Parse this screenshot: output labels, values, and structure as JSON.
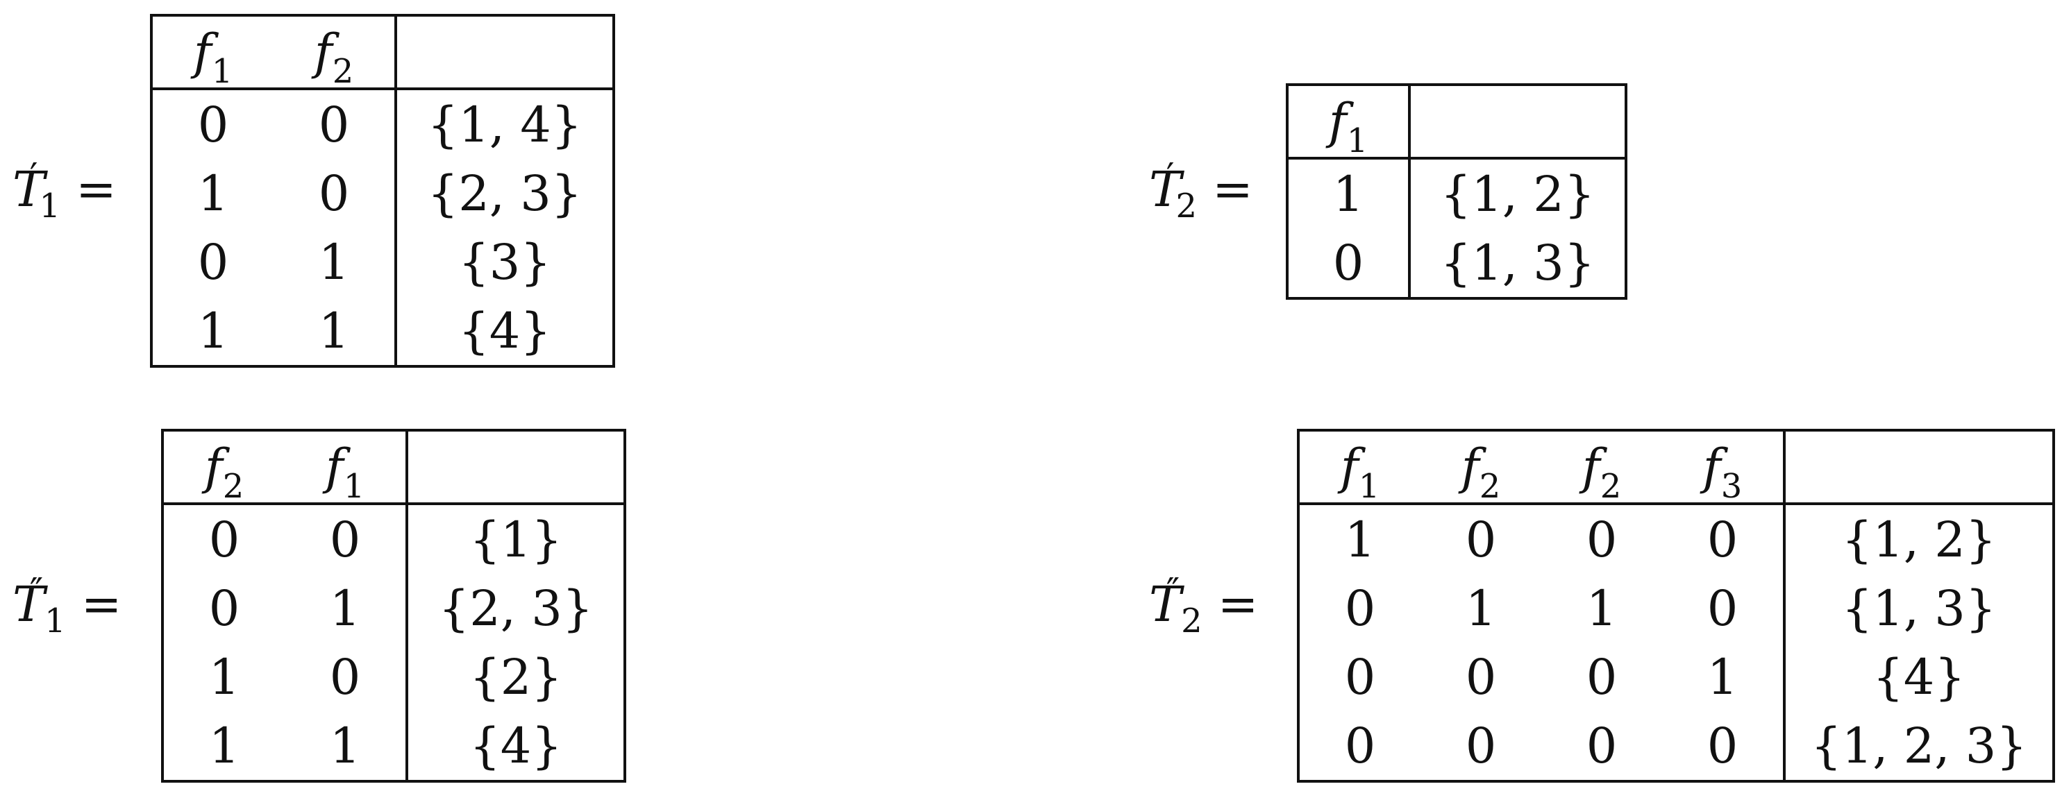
{
  "tables": [
    {
      "name": "T1-prime",
      "lhs": {
        "base": "T",
        "sub": "1",
        "prime": "′",
        "eq": "="
      },
      "headers": [
        {
          "var": "f",
          "sub": "1"
        },
        {
          "var": "f",
          "sub": "2"
        }
      ],
      "set_header": "",
      "rows": [
        {
          "vals": [
            "0",
            "0"
          ],
          "set": "{1, 4}"
        },
        {
          "vals": [
            "1",
            "0"
          ],
          "set": "{2, 3}"
        },
        {
          "vals": [
            "0",
            "1"
          ],
          "set": "{3}"
        },
        {
          "vals": [
            "1",
            "1"
          ],
          "set": "{4}"
        }
      ]
    },
    {
      "name": "T2-prime",
      "lhs": {
        "base": "T",
        "sub": "2",
        "prime": "′",
        "eq": "="
      },
      "headers": [
        {
          "var": "f",
          "sub": "1"
        }
      ],
      "set_header": "",
      "rows": [
        {
          "vals": [
            "1"
          ],
          "set": "{1, 2}"
        },
        {
          "vals": [
            "0"
          ],
          "set": "{1, 3}"
        }
      ]
    },
    {
      "name": "T1-double-prime",
      "lhs": {
        "base": "T",
        "sub": "1",
        "prime": "″",
        "eq": "="
      },
      "headers": [
        {
          "var": "f",
          "sub": "2"
        },
        {
          "var": "f",
          "sub": "1"
        }
      ],
      "set_header": "",
      "rows": [
        {
          "vals": [
            "0",
            "0"
          ],
          "set": "{1}"
        },
        {
          "vals": [
            "0",
            "1"
          ],
          "set": "{2, 3}"
        },
        {
          "vals": [
            "1",
            "0"
          ],
          "set": "{2}"
        },
        {
          "vals": [
            "1",
            "1"
          ],
          "set": "{4}"
        }
      ]
    },
    {
      "name": "T2-double-prime",
      "lhs": {
        "base": "T",
        "sub": "2",
        "prime": "″",
        "eq": "="
      },
      "headers": [
        {
          "var": "f",
          "sub": "1"
        },
        {
          "var": "f",
          "sub": "2"
        },
        {
          "var": "f",
          "sub": "2"
        },
        {
          "var": "f",
          "sub": "3"
        }
      ],
      "set_header": "",
      "rows": [
        {
          "vals": [
            "1",
            "0",
            "0",
            "0"
          ],
          "set": "{1, 2}"
        },
        {
          "vals": [
            "0",
            "1",
            "1",
            "0"
          ],
          "set": "{1, 3}"
        },
        {
          "vals": [
            "0",
            "0",
            "0",
            "1"
          ],
          "set": "{4}"
        },
        {
          "vals": [
            "0",
            "0",
            "0",
            "0"
          ],
          "set": "{1, 2, 3}"
        }
      ]
    }
  ]
}
